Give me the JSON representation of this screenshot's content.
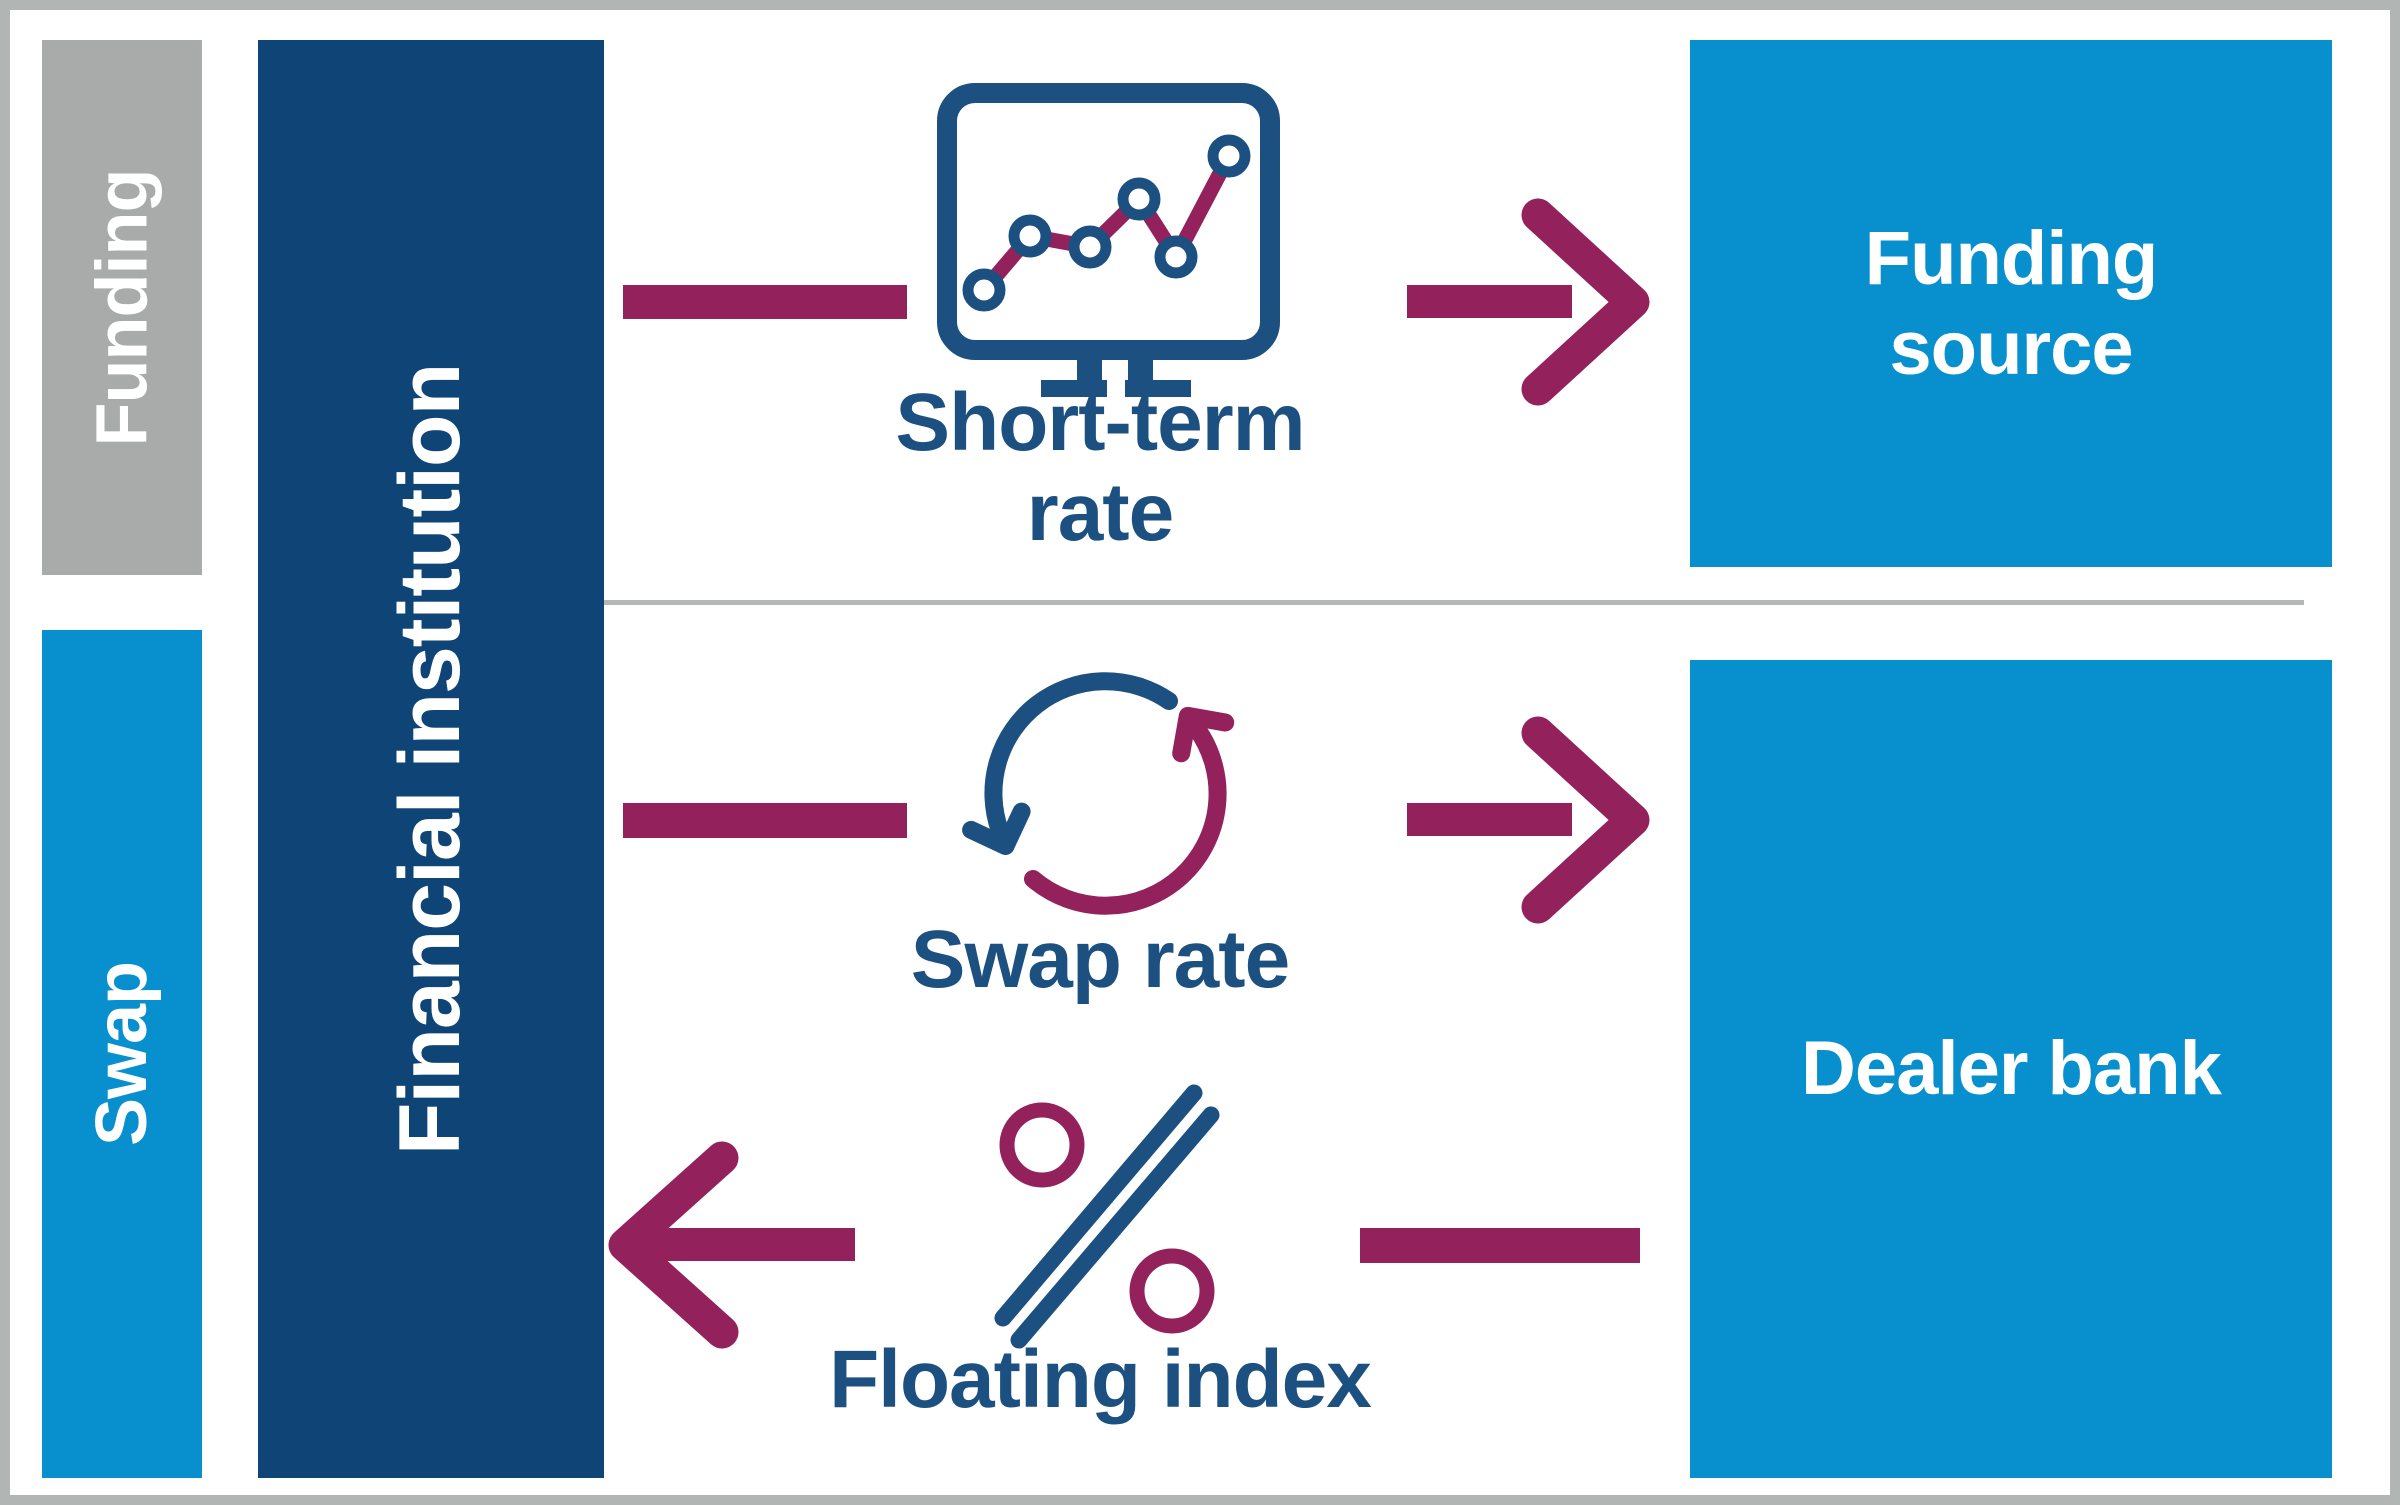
{
  "palette": {
    "navy_box": "#0e4576",
    "navy_ink": "#1b5080",
    "bright_blue": "#0890ce",
    "maroon": "#93215b",
    "gray_label": "#a8abaa",
    "frame_border": "#b1b5b4",
    "divider": "#b4b7b6"
  },
  "rows": [
    {
      "id": "funding",
      "label": "Funding"
    },
    {
      "id": "swap",
      "label": "Swap"
    }
  ],
  "entity": {
    "label": "Financial institution"
  },
  "targets": [
    {
      "id": "funding-source",
      "label": "Funding source"
    },
    {
      "id": "dealer-bank",
      "label": "Dealer bank"
    }
  ],
  "flows": [
    {
      "id": "short-term-rate",
      "label": "Short-term rate",
      "icon": "monitor-line-chart-icon",
      "direction": "right"
    },
    {
      "id": "swap-rate",
      "label": "Swap rate",
      "icon": "cycle-arrows-icon",
      "direction": "right"
    },
    {
      "id": "floating-index",
      "label": "Floating index",
      "icon": "percent-icon",
      "direction": "left"
    }
  ]
}
